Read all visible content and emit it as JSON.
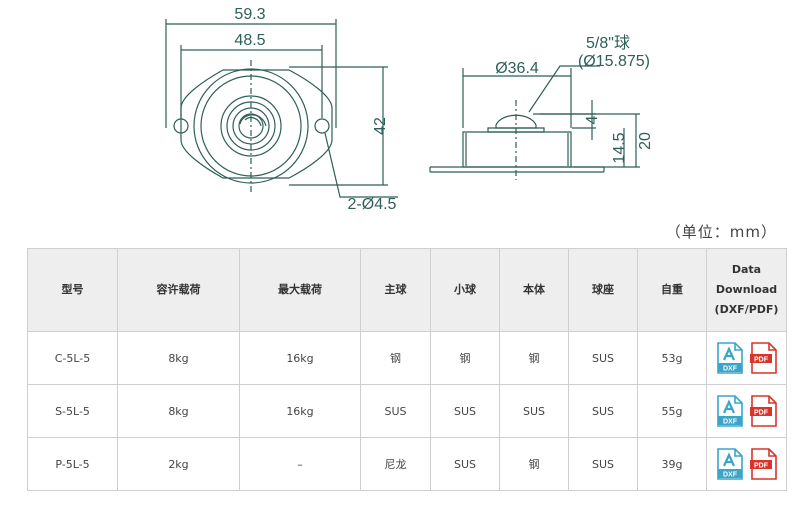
{
  "drawing": {
    "dims": {
      "width_total": "59.3",
      "hole_pitch": "48.5",
      "height": "42",
      "holes": "2-Ø4.5",
      "flange_width": "Ø36.4",
      "ball_spec_1": "5/8\"球",
      "ball_spec_2": "(Ø15.875)",
      "ball_protrusion": "4",
      "body_height": "14.5",
      "total_height": "20"
    }
  },
  "unit_note": "（单位：mm）",
  "table": {
    "headers": [
      "型号",
      "容许载荷",
      "最大载荷",
      "主球",
      "小球",
      "本体",
      "球座",
      "自重",
      "Data Download (DXF/PDF)"
    ],
    "header_download_lines": [
      "Data",
      "Download",
      "(DXF/PDF)"
    ],
    "rows": [
      [
        "C-5L-5",
        "8kg",
        "16kg",
        "钢",
        "钢",
        "钢",
        "SUS",
        "53g"
      ],
      [
        "S-5L-5",
        "8kg",
        "16kg",
        "SUS",
        "SUS",
        "SUS",
        "SUS",
        "55g"
      ],
      [
        "P-5L-5",
        "2kg",
        "–",
        "尼龙",
        "SUS",
        "钢",
        "SUS",
        "39g"
      ]
    ],
    "download_icons": {
      "dxf_label": "DXF",
      "pdf_label": "PDF",
      "dxf_color": "#3aa5c9",
      "pdf_color": "#d9342b"
    }
  },
  "colors": {
    "drawing_line": "#2f5f58",
    "header_bg": "#eeeeee",
    "border": "#cfcfcf"
  }
}
